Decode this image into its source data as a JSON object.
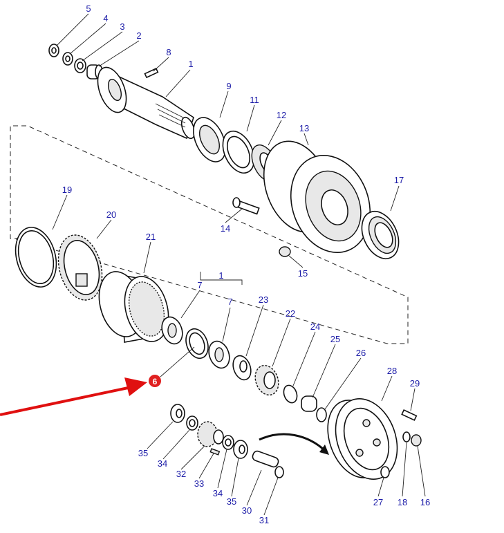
{
  "diagram": {
    "type": "exploded-parts-diagram",
    "callouts": [
      "5",
      "4",
      "3",
      "2",
      "8",
      "1",
      "9",
      "11",
      "12",
      "13",
      "17",
      "19",
      "20",
      "21",
      "14",
      "15",
      "1",
      "7",
      "7",
      "23",
      "22",
      "24",
      "25",
      "26",
      "28",
      "29",
      "35",
      "34",
      "32",
      "33",
      "34",
      "35",
      "30",
      "31",
      "27",
      "18",
      "16"
    ],
    "highlight": {
      "label": "6",
      "color": "#e02020"
    },
    "label_color": "#1c1ca8",
    "arrow_color": "#e01010"
  }
}
